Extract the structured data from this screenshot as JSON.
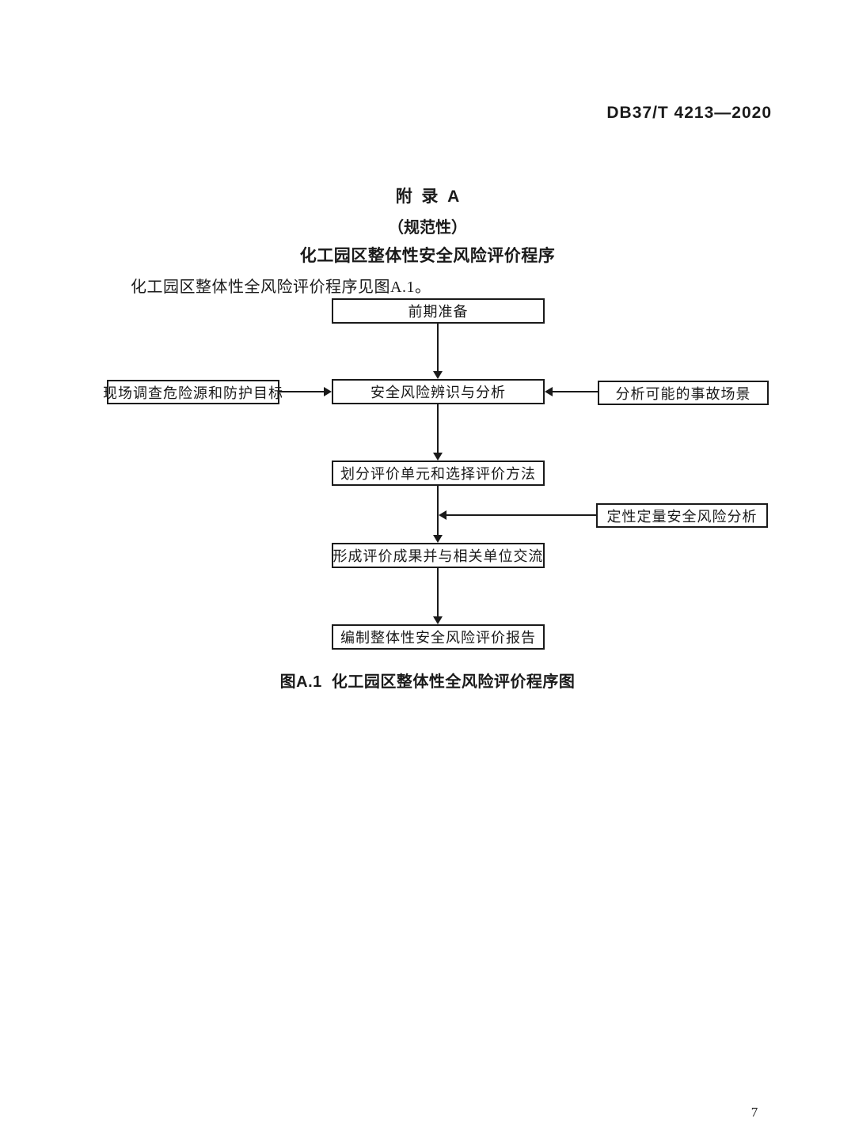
{
  "page": {
    "header_code": "DB37/T 4213—2020",
    "page_number": "7"
  },
  "appendix": {
    "title_line1": "附  录  A",
    "title_line2": "（规范性）",
    "title_line3": "化工园区整体性安全风险评价程序",
    "intro_text": "化工园区整体性全风险评价程序见图A.1。"
  },
  "flowchart": {
    "caption": "图A.1  化工园区整体性全风险评价程序图",
    "nodes": [
      {
        "id": "preparation",
        "label": "前期准备"
      },
      {
        "id": "risk-identification",
        "label": "安全风险辨识与分析"
      },
      {
        "id": "site-survey",
        "label": "现场调查危险源和防护目标"
      },
      {
        "id": "accident-scenarios",
        "label": "分析可能的事故场景"
      },
      {
        "id": "unit-division",
        "label": "划分评价单元和选择评价方法"
      },
      {
        "id": "qual-quant-analysis",
        "label": "定性定量安全风险分析"
      },
      {
        "id": "results-communication",
        "label": "形成评价成果并与相关单位交流"
      },
      {
        "id": "report-compilation",
        "label": "编制整体性安全风险评价报告"
      }
    ],
    "edges": [
      "前期准备 → 安全风险辨识与分析",
      "现场调查危险源和防护目标 → 安全风险辨识与分析",
      "分析可能的事故场景 → 安全风险辨识与分析",
      "安全风险辨识与分析 → 划分评价单元和选择评价方法",
      "划分评价单元和选择评价方法 → 形成评价成果并与相关单位交流",
      "定性定量安全风险分析 → (划分评价单元和选择评价方法 → 形成评价成果并与相关单位交流)",
      "形成评价成果并与相关单位交流 → 编制整体性安全风险评价报告"
    ]
  }
}
